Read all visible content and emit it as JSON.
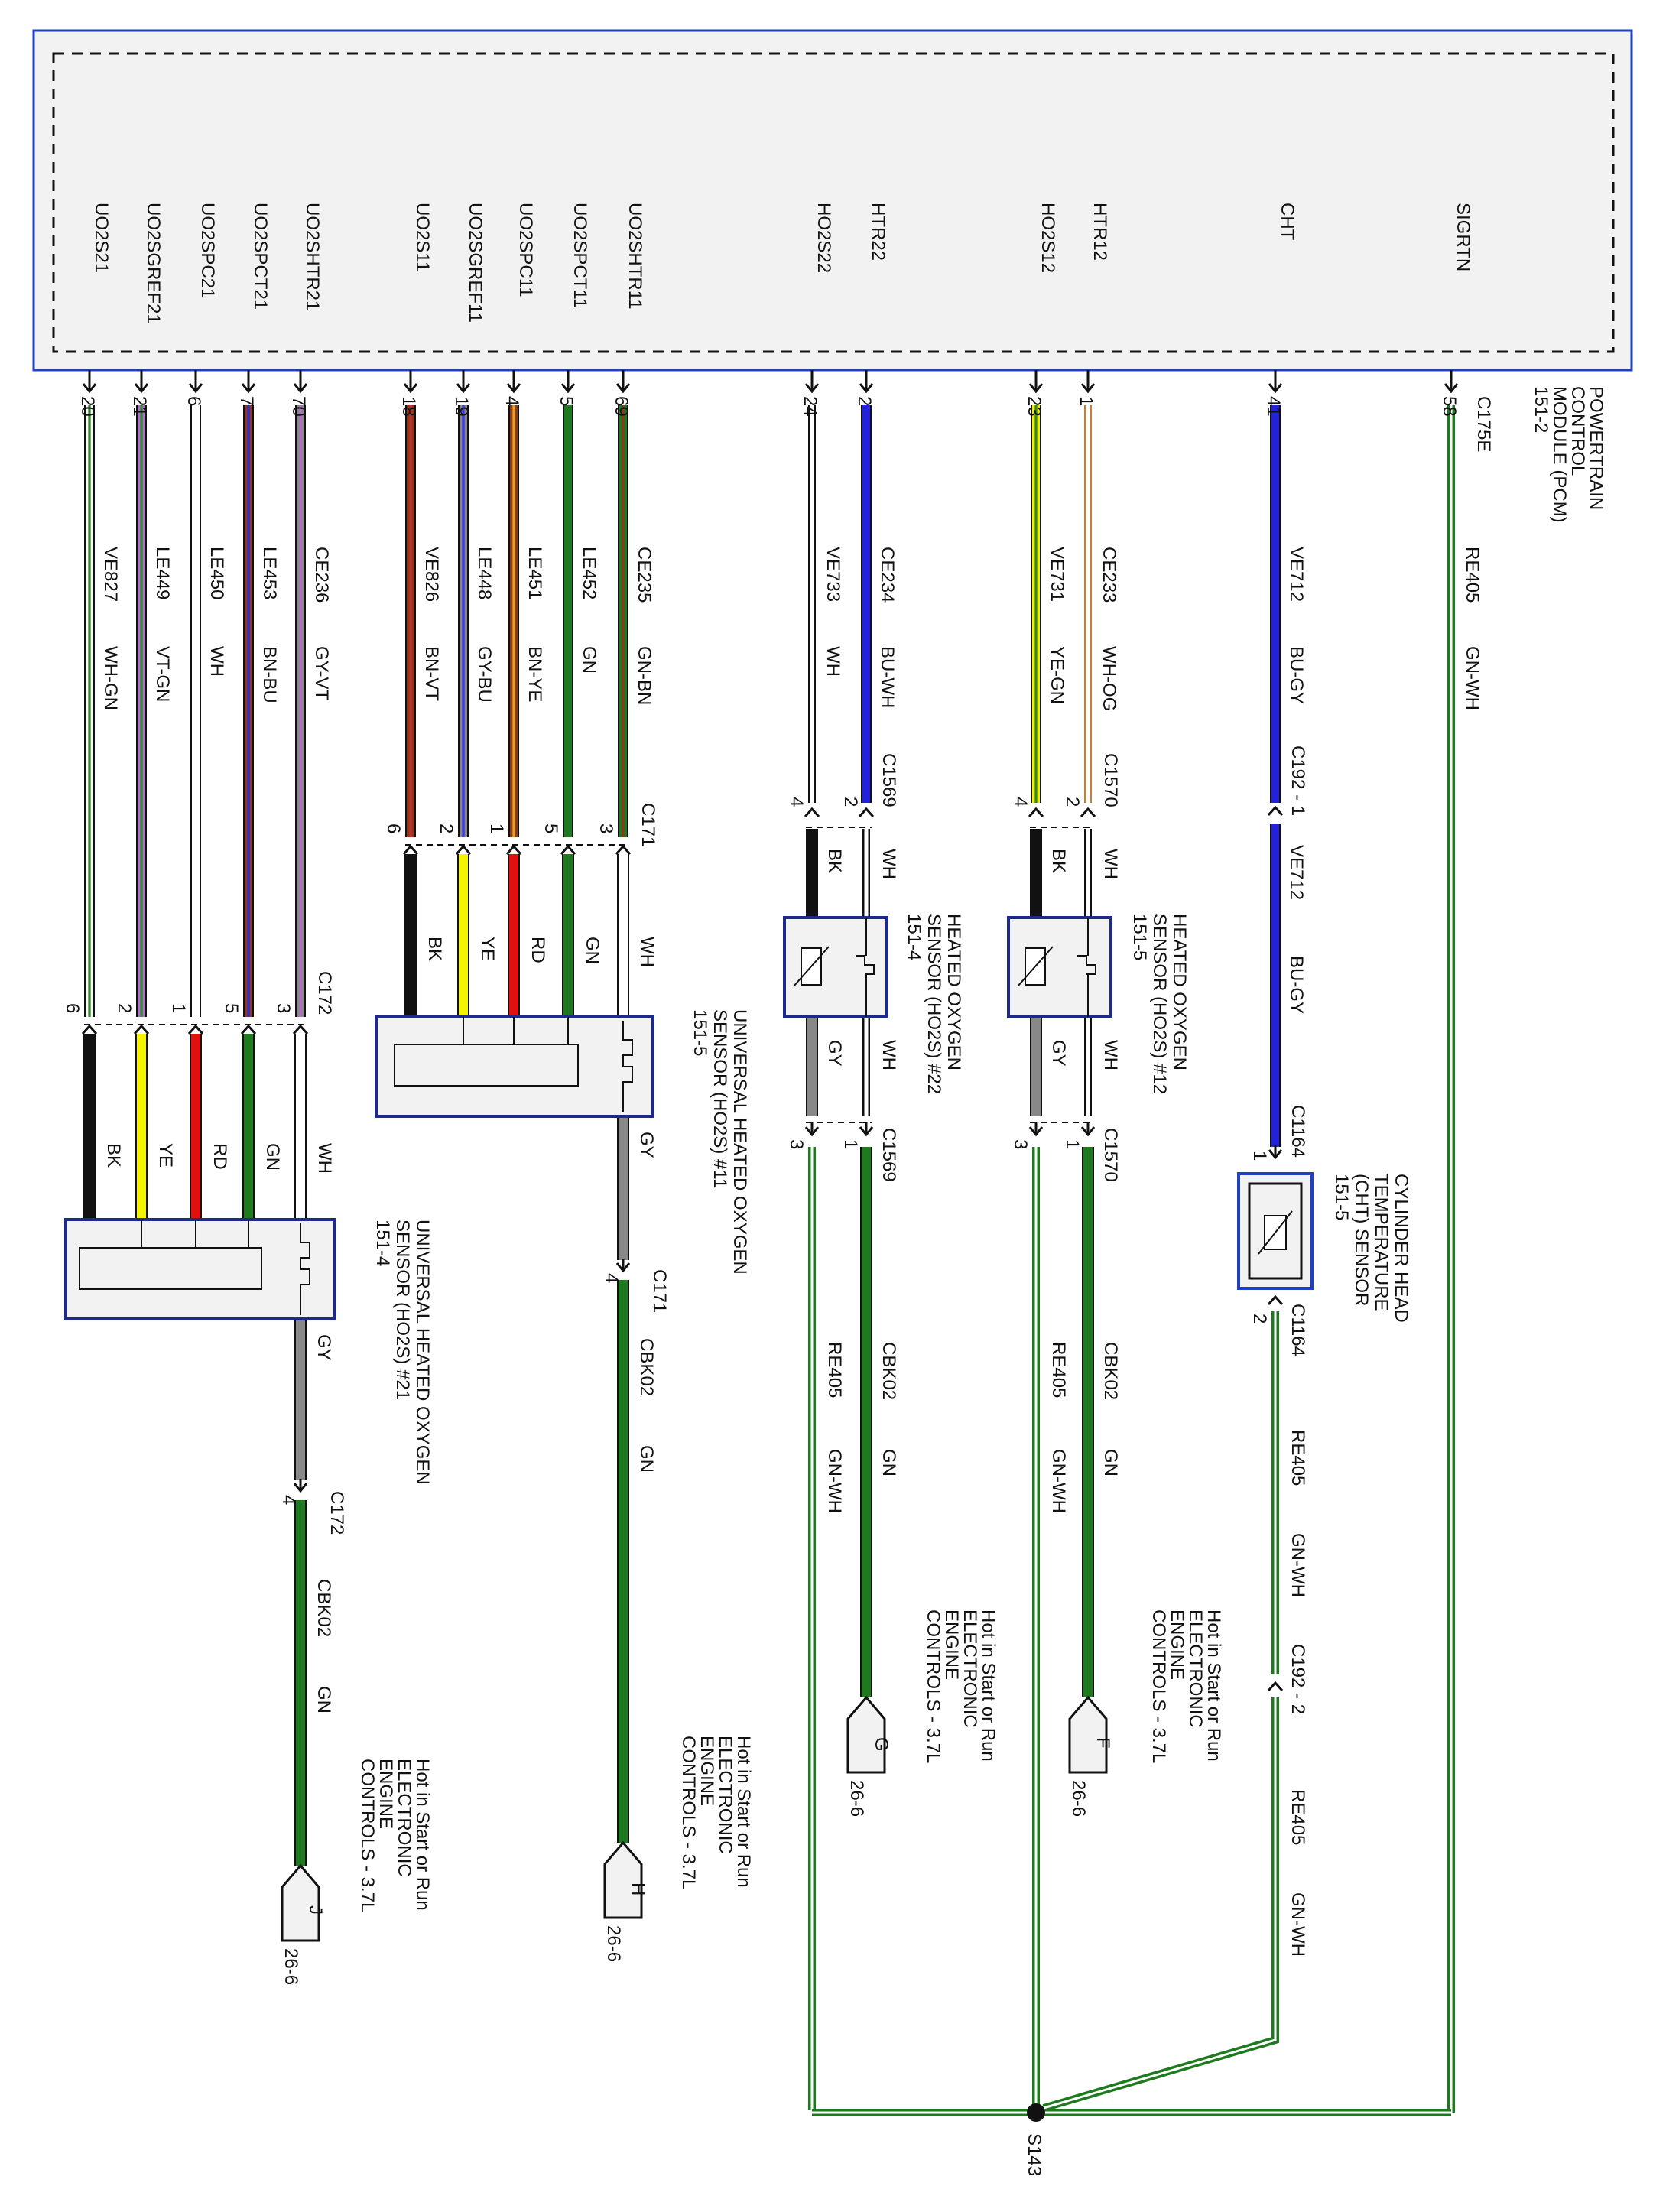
{
  "pcm": {
    "label_lines": [
      "POWERTRAIN",
      "CONTROL",
      "MODULE (PCM)",
      "151-2"
    ],
    "connector": "C175E"
  },
  "wires": [
    {
      "pin": "20",
      "circuit": "UO2S21",
      "id": "VE827",
      "color": "WH-GN",
      "stripes": [
        "#ffffff",
        "#2e8b2e"
      ]
    },
    {
      "pin": "21",
      "circuit": "UO2SGREF21",
      "id": "LE449",
      "color": "VT-GN",
      "stripes": [
        "#b070c8",
        "#2e8b2e"
      ]
    },
    {
      "pin": "6",
      "circuit": "UO2SPC21",
      "id": "LE450",
      "color": "WH",
      "stripes": [
        "#ffffff",
        "#ffffff"
      ]
    },
    {
      "pin": "7",
      "circuit": "UO2SPCT21",
      "id": "LE453",
      "color": "BN-BU",
      "stripes": [
        "#8b3a1a",
        "#2a2ad8"
      ]
    },
    {
      "pin": "70",
      "circuit": "UO2SHTR21",
      "id": "CE236",
      "color": "GY-VT",
      "stripes": [
        "#888888",
        "#b070c8"
      ]
    },
    {
      "pin": "18",
      "circuit": "UO2S11",
      "id": "VE826",
      "color": "BN-VT",
      "stripes": [
        "#8b3a1a",
        "#c03030"
      ]
    },
    {
      "pin": "19",
      "circuit": "UO2SGREF11",
      "id": "LE448",
      "color": "GY-BU",
      "stripes": [
        "#888888",
        "#3a3ae8"
      ]
    },
    {
      "pin": "4",
      "circuit": "UO2SPC11",
      "id": "LE451",
      "color": "BN-YE",
      "stripes": [
        "#8b3a1a",
        "#e8a020"
      ]
    },
    {
      "pin": "5",
      "circuit": "UO2SPCT11",
      "id": "LE452",
      "color": "GN",
      "stripes": [
        "#1e7a1e",
        "#1e7a1e"
      ]
    },
    {
      "pin": "69",
      "circuit": "UO2SHTR11",
      "id": "CE235",
      "color": "GN-BN",
      "stripes": [
        "#1e7a1e",
        "#8b3a1a"
      ]
    },
    {
      "pin": "24",
      "circuit": "HO2S22",
      "id": "VE733",
      "color": "WH",
      "stripes": [
        "#ffffff",
        "#ffffff"
      ]
    },
    {
      "pin": "2",
      "circuit": "HTR22",
      "id": "CE234",
      "color": "BU-WH",
      "stripes": [
        "#2222dd",
        "#2222dd"
      ]
    },
    {
      "pin": "23",
      "circuit": "HO2S12",
      "id": "VE731",
      "color": "YE-GN",
      "stripes": [
        "#f0f000",
        "#2e8b2e"
      ]
    },
    {
      "pin": "1",
      "circuit": "HTR12",
      "id": "CE233",
      "color": "WH-OG",
      "stripes": [
        "#ffffff",
        "#e8b060"
      ]
    },
    {
      "pin": "41",
      "circuit": "CHT",
      "id": "VE712",
      "color": "BU-GY",
      "stripes": [
        "#2222dd",
        "#2222dd"
      ]
    },
    {
      "pin": "58",
      "circuit": "SIGRTN",
      "id": "RE405",
      "color": "GN-WH",
      "stripes": [
        "#1e7a1e",
        "#ffffff"
      ]
    }
  ],
  "short_colors": {
    "BK": "BK",
    "YE": "YE",
    "RD": "RD",
    "GN": "GN",
    "WH": "WH",
    "GY": "GY"
  },
  "connectors": {
    "c172": "C172",
    "c171": "C171",
    "c1569": "C1569",
    "c1570": "C1570",
    "c192_1": "C192 - 1",
    "c192_2": "C192 - 2",
    "c1164": "C1164",
    "s143": "S143"
  },
  "pins": {
    "c172_top": [
      "6",
      "2",
      "1",
      "5",
      "3"
    ],
    "c172_bottom": "4",
    "c171_top": [
      "6",
      "2",
      "1",
      "5",
      "3"
    ],
    "c171_bottom": "4",
    "c1569_top": [
      "4",
      "2"
    ],
    "c1569_bottom": [
      "3",
      "1"
    ],
    "c1570_top": [
      "4",
      "2"
    ],
    "c1570_bottom": [
      "3",
      "1"
    ],
    "c1164_top": "1",
    "c1164_bottom": "2"
  },
  "components": {
    "uhos21": [
      "UNIVERSAL HEATED OXYGEN",
      "SENSOR (HO2S) #21",
      "151-4"
    ],
    "uhos11": [
      "UNIVERSAL HEATED OXYGEN",
      "SENSOR (HO2S) #11",
      "151-5"
    ],
    "hos22": [
      "HEATED OXYGEN",
      "SENSOR (HO2S) #22",
      "151-4"
    ],
    "hos12": [
      "HEATED OXYGEN",
      "SENSOR (HO2S) #12",
      "151-5"
    ],
    "cht": [
      "CYLINDER HEAD",
      "TEMPERATURE",
      "(CHT) SENSOR",
      "151-5"
    ]
  },
  "ground_circuits": {
    "cbk02": {
      "id": "CBK02",
      "color": "GN"
    },
    "re405": {
      "id": "RE405",
      "color": "GN-WH"
    },
    "ve712": {
      "id": "VE712",
      "color": "BU-GY"
    }
  },
  "power_refs": [
    {
      "letter": "J",
      "page": "26-6",
      "lines": [
        "Hot in Start or Run",
        "ELECTRONIC",
        "ENGINE",
        "CONTROLS - 3.7L"
      ]
    },
    {
      "letter": "H",
      "page": "26-6",
      "lines": [
        "Hot in Start or Run",
        "ELECTRONIC",
        "ENGINE",
        "CONTROLS - 3.7L"
      ]
    },
    {
      "letter": "G",
      "page": "26-6",
      "lines": [
        "Hot in Start or Run",
        "ELECTRONIC",
        "ENGINE",
        "CONTROLS - 3.7L"
      ]
    },
    {
      "letter": "F",
      "page": "26-6",
      "lines": [
        "Hot in Start or Run",
        "ELECTRONIC",
        "ENGINE",
        "CONTROLS - 3.7L"
      ]
    }
  ]
}
